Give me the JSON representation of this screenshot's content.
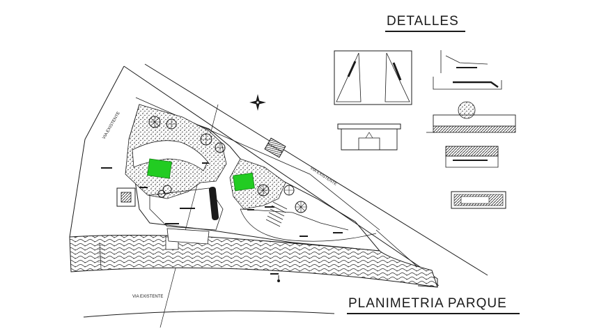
{
  "titles": {
    "details": "DETALLES",
    "plan": "PLANIMETRIA PARQUE"
  },
  "road_labels": {
    "left": "VIA EXISTENTE",
    "diagonal": "VIA EXISTENTE",
    "bottom": "VIA EXISTENTE"
  },
  "colors": {
    "linework": "#1a1a1a",
    "lawn": "#22cc22",
    "background": "#ffffff"
  },
  "icons": [
    "north-arrow-icon",
    "tree-icon",
    "planter-icon"
  ]
}
